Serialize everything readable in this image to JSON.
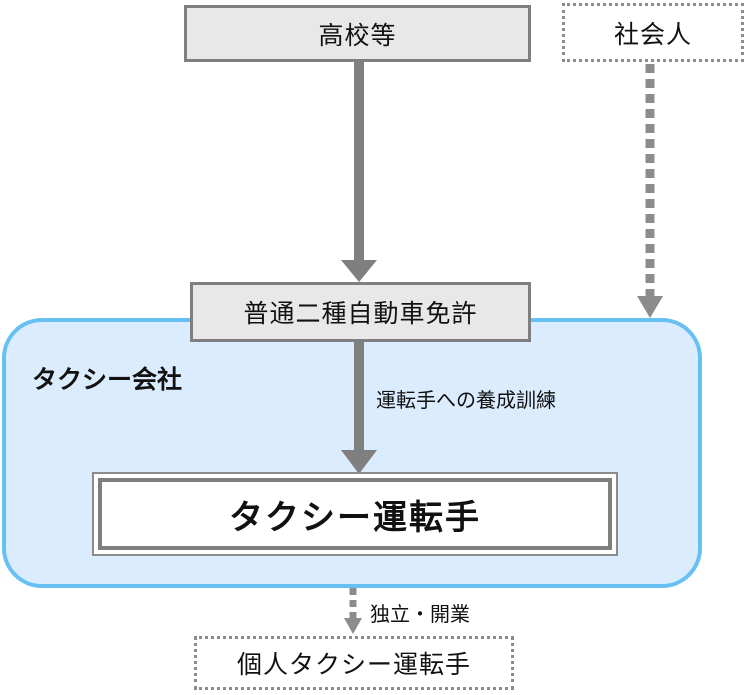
{
  "nodes": {
    "high_school": "高校等",
    "working_adult": "社会人",
    "license": "普通二種自動車免許",
    "company": "タクシー会社",
    "driver": "タクシー運転手",
    "individual_driver": "個人タクシー運転手"
  },
  "edges": {
    "training": "運転手への養成訓練",
    "independence": "独立・開業"
  }
}
